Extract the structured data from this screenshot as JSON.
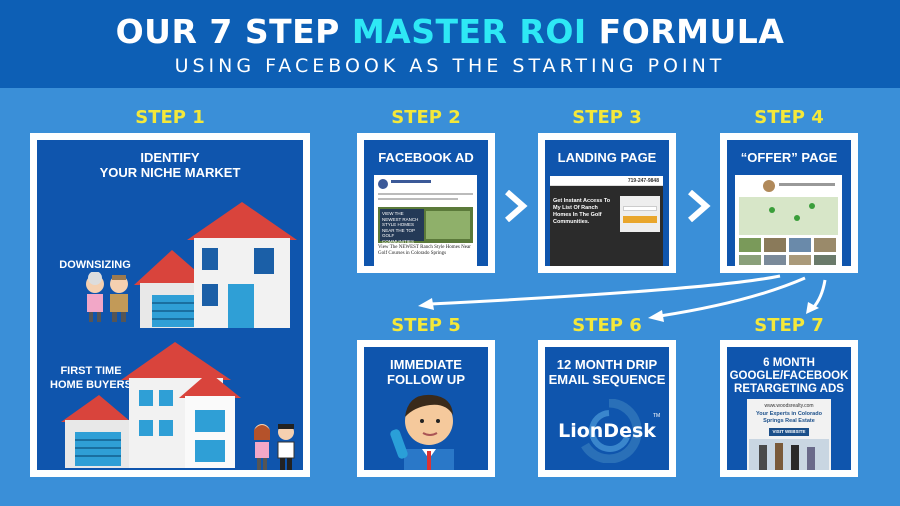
{
  "header": {
    "title_part1": "OUR 7 STEP ",
    "title_highlight": "MASTER ROI",
    "title_part2": " FORMULA",
    "subtitle": "USING FACEBOOK AS THE STARTING POINT"
  },
  "colors": {
    "background": "#3a8fd8",
    "header": "#0d5fb5",
    "card": "#0f55ad",
    "step_label": "#f4e83a",
    "highlight": "#2ee8f5"
  },
  "steps": {
    "s1": {
      "label": "STEP 1",
      "title": "IDENTIFY\nYOUR NICHE MARKET",
      "seg1": "DOWNSIZING",
      "seg2": "FIRST TIME\nHOME BUYERS"
    },
    "s2": {
      "label": "STEP 2",
      "title": "FACEBOOK AD",
      "ad_line": "View The NEWEST Ranch Style Homes Near Golf Courses in Colorado Springs",
      "ad_banner": "VIEW THE NEWEST RANCH STYLE HOMES NEAR THE TOP GOLF COMMUNITIES"
    },
    "s3": {
      "label": "STEP 3",
      "title": "LANDING PAGE",
      "headline": "Get Instant Access To My List Of Ranch Homes In The Golf Communities.",
      "phone": "719-247-9848"
    },
    "s4": {
      "label": "STEP 4",
      "title": "“OFFER” PAGE"
    },
    "s5": {
      "label": "STEP 5",
      "title": "IMMEDIATE\nFOLLOW UP"
    },
    "s6": {
      "label": "STEP 6",
      "title": "12 MONTH DRIP\nEMAIL SEQUENCE",
      "logo": "LionDesk",
      "tm": "TM"
    },
    "s7": {
      "label": "STEP 7",
      "title": "6 MONTH\nGOOGLE/FACEBOOK\nRETARGETING ADS",
      "ad_url": "www.woodsrealty.com",
      "ad_headline": "Your Experts in Colorado Springs Real Estate",
      "ad_button": "VISIT WEBSITE"
    }
  }
}
